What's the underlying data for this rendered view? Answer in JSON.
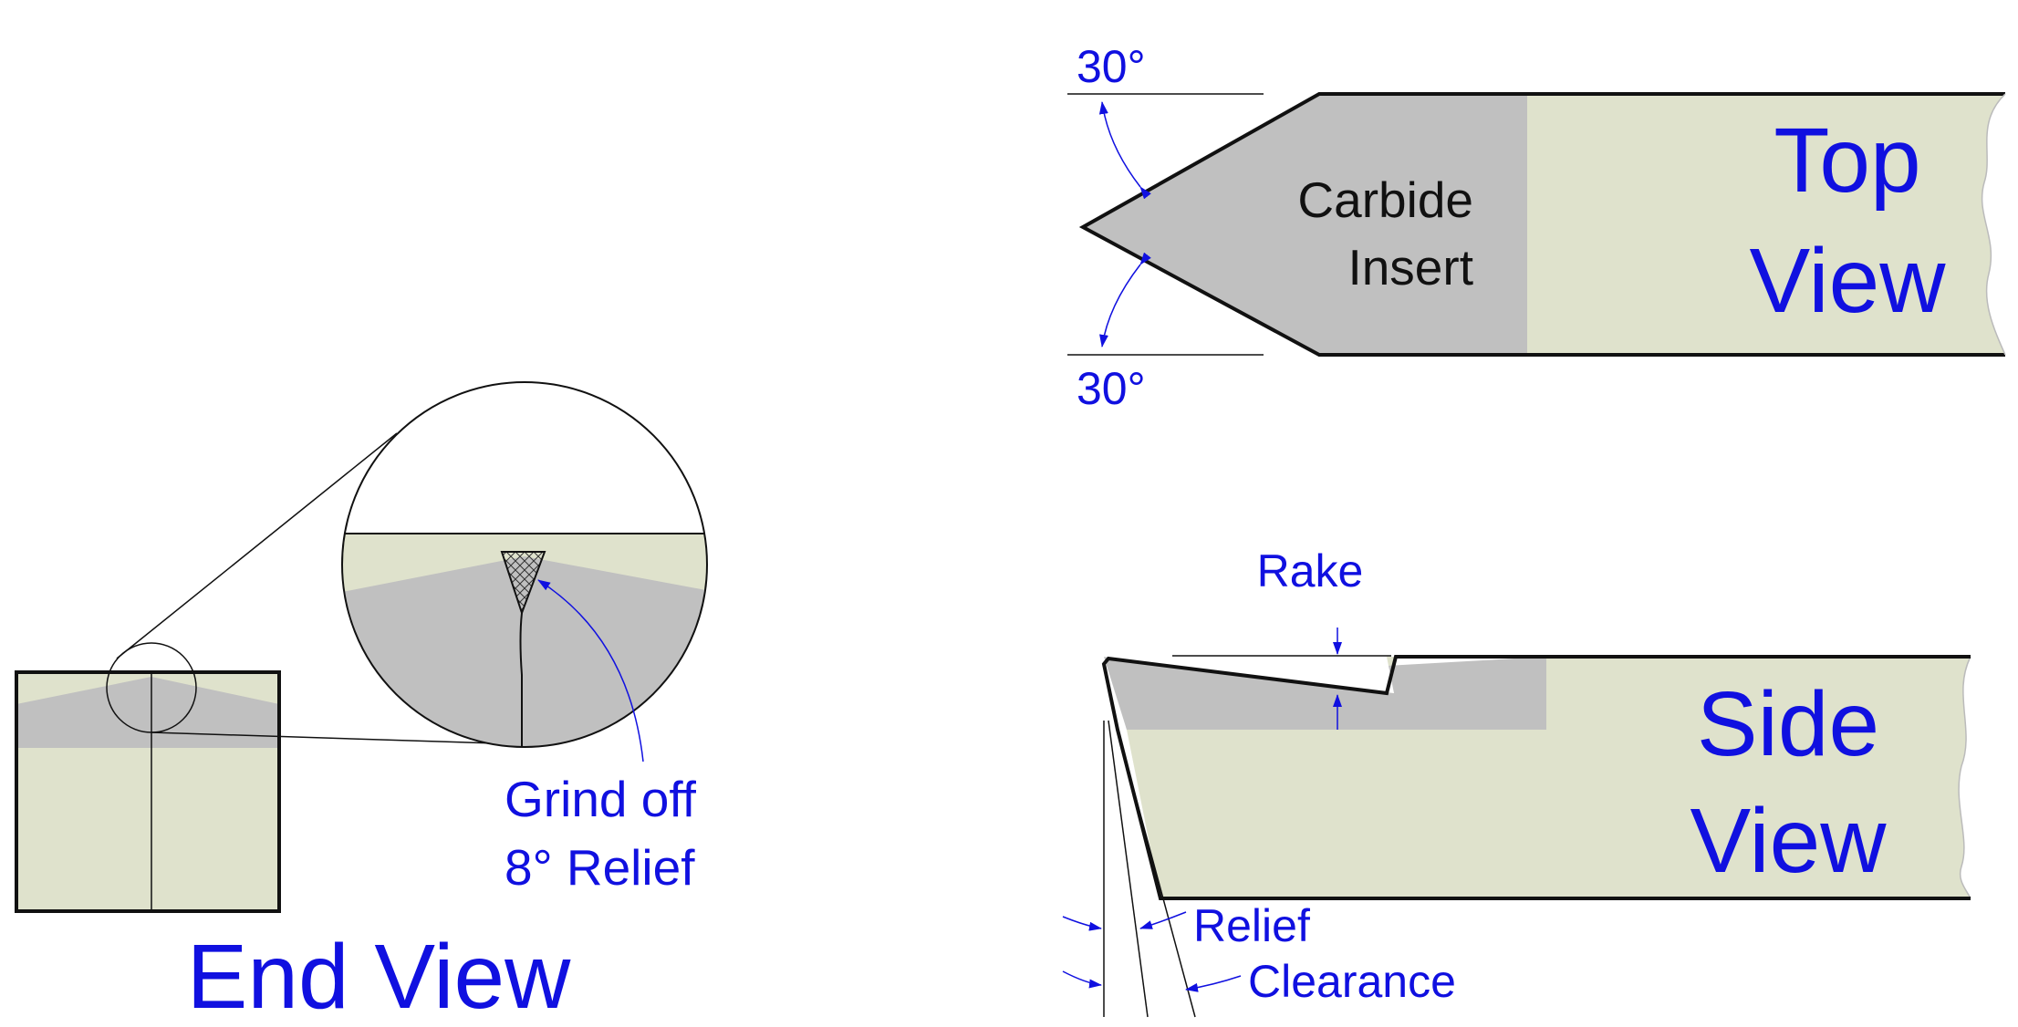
{
  "colors": {
    "body": "#dfe2cc",
    "carbide": "#c0c0c0",
    "outline": "#111111",
    "annotation": "#1010e0"
  },
  "top_view": {
    "title_line1": "Top",
    "title_line2": "View",
    "insert_line1": "Carbide",
    "insert_line2": "Insert",
    "angle_top": "30°",
    "angle_bottom": "30°"
  },
  "side_view": {
    "title_line1": "Side",
    "title_line2": "View",
    "rake": "Rake",
    "relief": "Relief",
    "clearance": "Clearance"
  },
  "end_view": {
    "title": "End View",
    "note_line1": "Grind off",
    "note_line2": "8° Relief"
  }
}
